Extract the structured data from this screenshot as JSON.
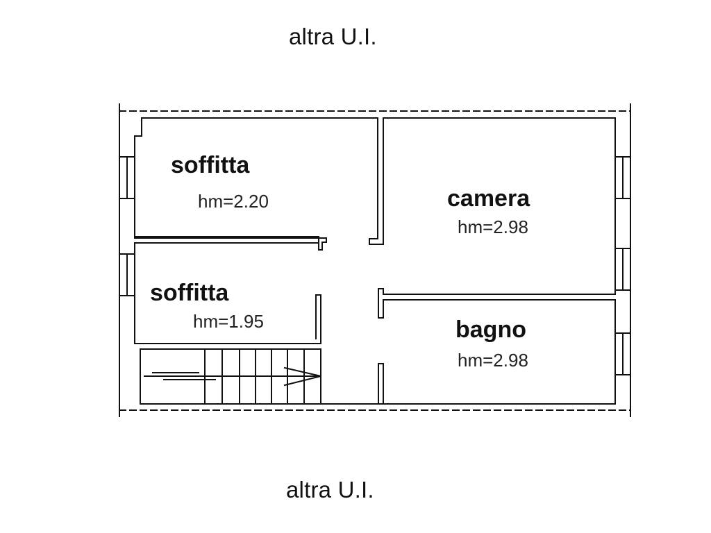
{
  "neighbors": {
    "top": "altra U.I.",
    "bottom": "altra U.I."
  },
  "rooms": [
    {
      "name": "soffitta",
      "height": "hm=2.20"
    },
    {
      "name": "soffitta",
      "height": "hm=1.95"
    },
    {
      "name": "camera",
      "height": "hm=2.98"
    },
    {
      "name": "bagno",
      "height": "hm=2.98"
    }
  ],
  "colors": {
    "line": "#111111",
    "background": "#ffffff"
  }
}
